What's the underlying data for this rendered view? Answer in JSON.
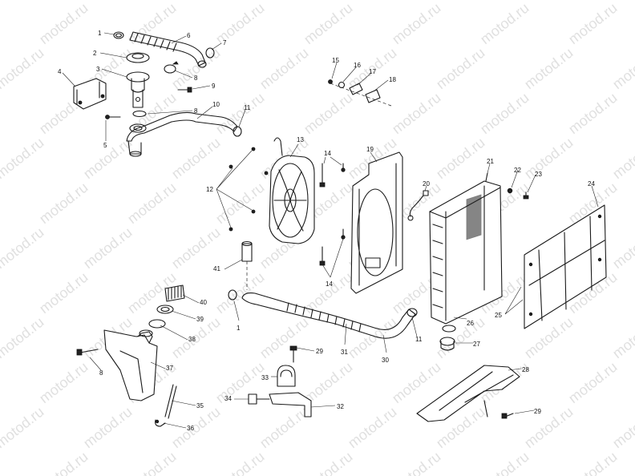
{
  "watermark": {
    "text": "motod.ru"
  },
  "callouts": {
    "c1a": "1",
    "c2": "2",
    "c3": "3",
    "c4": "4",
    "c5": "5",
    "c6": "6",
    "c7": "7",
    "c8a": "8",
    "c8b": "8",
    "c8c": "8",
    "c9a": "9",
    "c10": "10",
    "c11a": "11",
    "c12": "12",
    "c13": "13",
    "c14a": "14",
    "c14b": "14",
    "c15": "15",
    "c16": "16",
    "c17": "17",
    "c18": "18",
    "c19": "19",
    "c20": "20",
    "c21": "21",
    "c22": "22",
    "c23": "23",
    "c24": "24",
    "c25": "25",
    "c26": "26",
    "c27": "27",
    "c28": "28",
    "c29a": "29",
    "c29b": "29",
    "c30": "30",
    "c31": "31",
    "c32": "32",
    "c33": "33",
    "c34": "34",
    "c35": "35",
    "c36": "36",
    "c37": "37",
    "c38": "38",
    "c39": "39",
    "c40": "40",
    "c41": "41",
    "c1b": "1",
    "c11b": "11"
  }
}
